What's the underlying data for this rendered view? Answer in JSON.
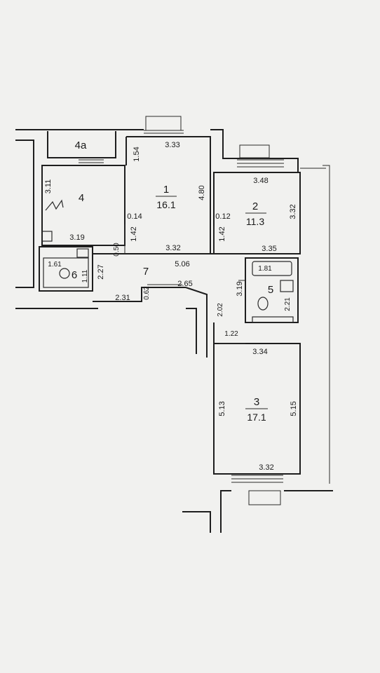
{
  "colors": {
    "background": "#f1f1ef",
    "ink": "#1e1e1e"
  },
  "rooms": [
    {
      "number": "4a"
    },
    {
      "number": "4"
    },
    {
      "number": "1",
      "area": "16.1"
    },
    {
      "number": "2",
      "area": "11.3"
    },
    {
      "number": "6"
    },
    {
      "number": "7"
    },
    {
      "number": "5"
    },
    {
      "number": "3",
      "area": "17.1"
    }
  ],
  "dimensions": [
    "3.33",
    "1.54",
    "4.80",
    "0.14",
    "1.42",
    "3.32",
    "3.48",
    "3.32",
    "0.12",
    "1.42",
    "3.35",
    "3.11",
    "3.19",
    "1.61",
    "1.11",
    "2.27",
    "0.50",
    "5.06",
    "0.62",
    "2.65",
    "2.31",
    "1.81",
    "3.19",
    "2.21",
    "2.02",
    "1.22",
    "3.34",
    "5.13",
    "5.15",
    "3.32"
  ]
}
